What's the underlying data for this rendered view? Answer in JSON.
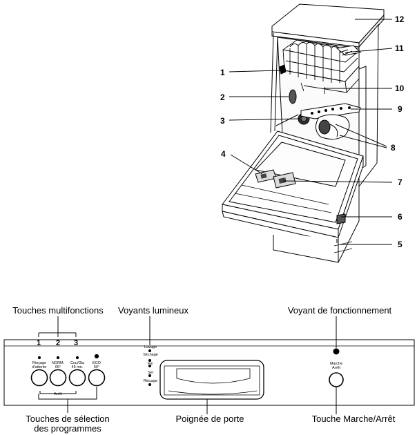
{
  "dishwasher": {
    "callouts": [
      "1",
      "2",
      "3",
      "4",
      "5",
      "6",
      "7",
      "8",
      "9",
      "10",
      "11",
      "12"
    ]
  },
  "panel": {
    "multi_label": "Touches multifonctions",
    "lights_label": "Voyants lumineux",
    "run_light_label": "Voyant de fonctionnement",
    "select_label_line1": "Touches de sélection",
    "select_label_line2": "des programmes",
    "handle_label": "Poignée de porte",
    "power_label": "Touche Marche/Arrêt",
    "multi_numbers": [
      "1",
      "2",
      "3"
    ],
    "button_labels": [
      {
        "l1": "Rinçage",
        "l2": "d'attente"
      },
      {
        "l1": "NORM.",
        "l2": "65°"
      },
      {
        "l1": "Cou/Gla",
        "l2": "45 mn."
      },
      {
        "l1": "ECO",
        "l2": "50°"
      }
    ],
    "arret_label": "Arrêt",
    "indicators": [
      "Lavage",
      "Séchage",
      "Fin",
      "Sel",
      "Rinçage"
    ],
    "power_small_label": {
      "l1": "Marche",
      "l2": "Arrêt"
    }
  }
}
